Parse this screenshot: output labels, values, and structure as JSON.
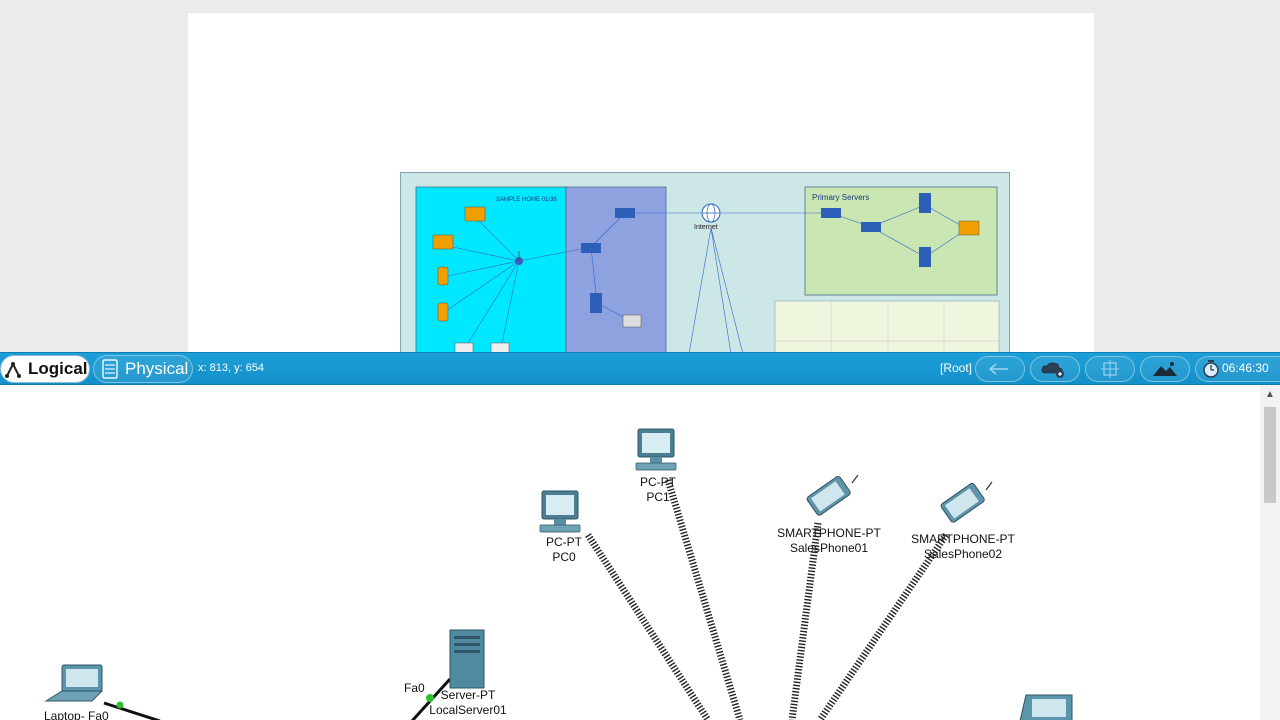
{
  "reference_diagram": {
    "home_title": "SAMPLE HOME 01/36",
    "internet_label": "Internet",
    "primary_servers_title": "Primary Servers"
  },
  "toolbar": {
    "logical_label": "Logical",
    "physical_label": "Physical",
    "coordinates": "x: 813, y: 654",
    "root_label": "[Root]",
    "clock": "06:46:30"
  },
  "devices": {
    "pc1": {
      "type": "PC-PT",
      "name": "PC1"
    },
    "pc0": {
      "type": "PC-PT",
      "name": "PC0"
    },
    "phone1": {
      "type": "SMARTPHONE-PT",
      "name": "SalesPhone01"
    },
    "phone2": {
      "type": "SMARTPHONE-PT",
      "name": "SalesPhone02"
    },
    "server": {
      "type": "Server-PT",
      "name": "LocalServer01",
      "port": "Fa0"
    },
    "laptop": {
      "label": "Laptop- Fa0"
    }
  },
  "colors": {
    "toolbar": "#1390c9",
    "home_zone": "#00e8ff",
    "network_zone": "#8ea2e0",
    "servers_zone": "#c9e6b3"
  }
}
